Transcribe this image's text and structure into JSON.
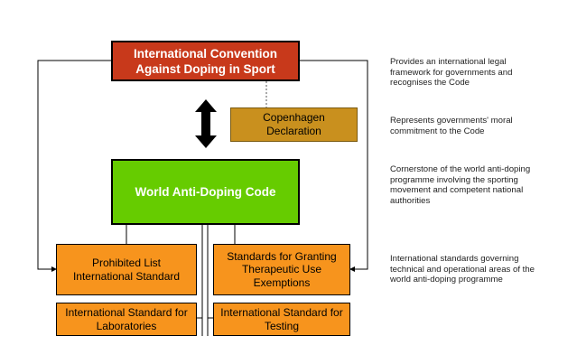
{
  "boxes": {
    "convention": "International Convention\nAgainst Doping in Sport",
    "copenhagen": "Copenhagen\nDeclaration",
    "wadc": "World Anti-Doping Code",
    "prohibited": "Prohibited List\nInternational Standard",
    "tue": "Standards for Granting\nTherapeutic Use\nExemptions",
    "labs": "International Standard for\nLaboratories",
    "testing": "International Standard for\nTesting"
  },
  "descriptions": {
    "convention": "Provides an international legal\nframework for governments and\nrecognises the Code",
    "copenhagen": "Represents governments' moral\ncommitment to the Code",
    "wadc": "Cornerstone of the world anti-doping\nprogramme involving the sporting\nmovement and competent national\nauthorities",
    "standards": "International standards governing\ntechnical and operational areas of the\nworld anti-doping programme"
  },
  "colors": {
    "convention": "#c8391b",
    "copenhagen": "#c9901e",
    "wadc": "#66cc00",
    "standards": "#f7941d"
  }
}
